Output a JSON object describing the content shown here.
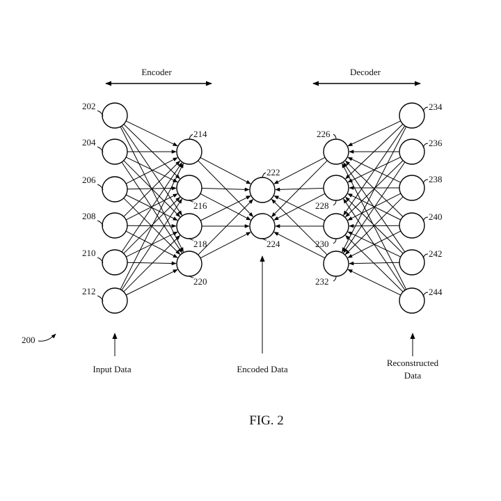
{
  "figure": {
    "caption": "FIG. 2",
    "ref": "200",
    "encoder_label": "Encoder",
    "decoder_label": "Decoder"
  },
  "bottom_labels": {
    "input": "Input Data",
    "encoded": "Encoded Data",
    "reconstructed_line1": "Reconstructed",
    "reconstructed_line2": "Data"
  },
  "layers": [
    {
      "name": "input",
      "nodes": [
        "202",
        "204",
        "206",
        "208",
        "210",
        "212"
      ]
    },
    {
      "name": "encoder-hidden",
      "nodes": [
        "214",
        "216",
        "218",
        "220"
      ]
    },
    {
      "name": "code",
      "nodes": [
        "222",
        "224"
      ]
    },
    {
      "name": "decoder-hidden",
      "nodes": [
        "226",
        "228",
        "230",
        "232"
      ]
    },
    {
      "name": "output",
      "nodes": [
        "234",
        "236",
        "238",
        "240",
        "242",
        "244"
      ]
    }
  ]
}
